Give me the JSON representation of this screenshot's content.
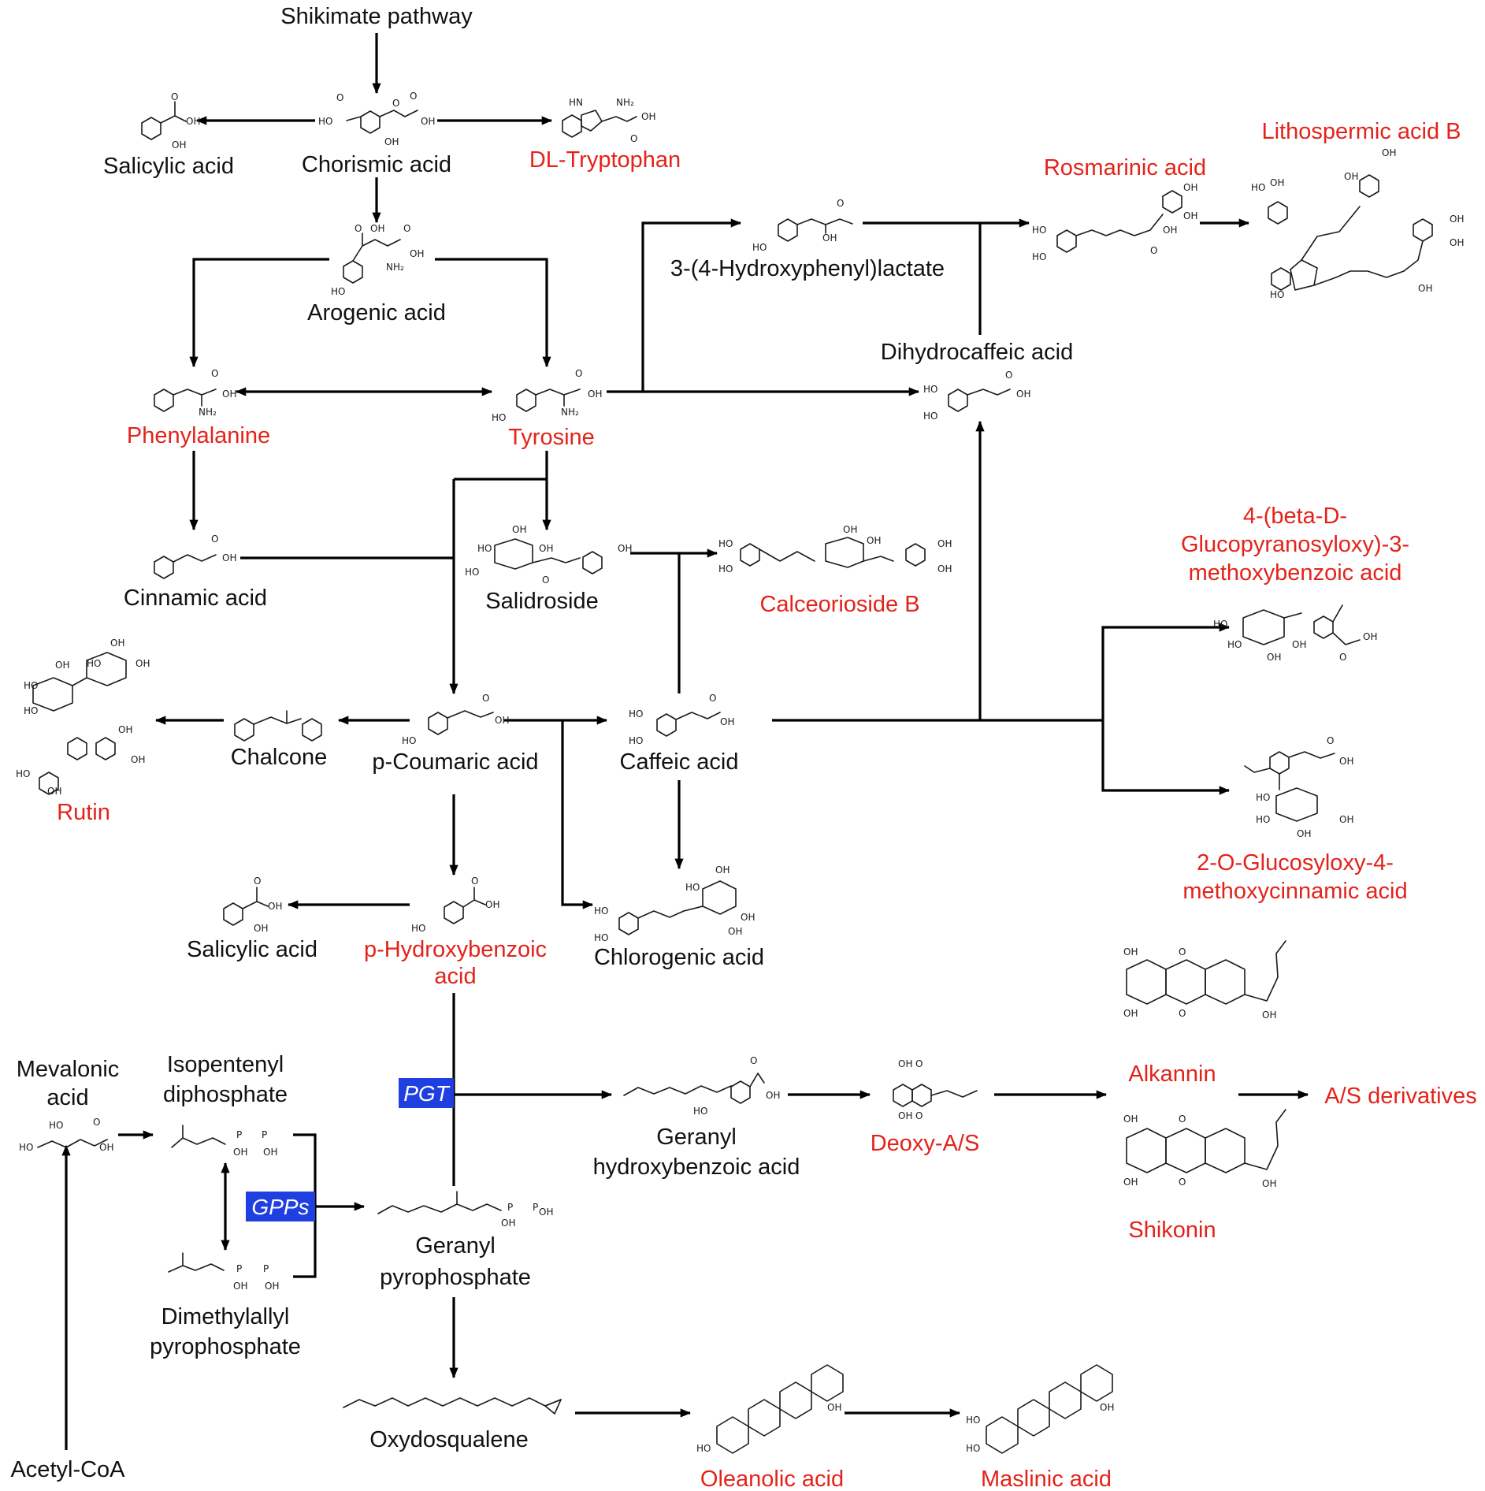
{
  "compounds": {
    "shikimate": "Shikimate pathway",
    "salicylic_top": "Salicylic acid",
    "chorismic": "Chorismic acid",
    "tryptophan": "DL-Tryptophan",
    "arogenic": "Arogenic acid",
    "phenylalanine": "Phenylalanine",
    "tyrosine": "Tyrosine",
    "hpl": "3-(4-Hydroxyphenyl)lactate",
    "rosmarinic": "Rosmarinic acid",
    "lithospermic": "Lithospermic acid B",
    "dihydrocaffeic": "Dihydrocaffeic acid",
    "cinnamic": "Cinnamic acid",
    "salidroside": "Salidroside",
    "calceorioside": "Calceorioside B",
    "glucopyranosyloxy_1": "4-(beta-D-",
    "glucopyranosyloxy_2": "Glucopyranosyloxy)-3-",
    "glucopyranosyloxy_3": "methoxybenzoic acid",
    "rutin": "Rutin",
    "chalcone": "Chalcone",
    "p_coumaric": "p-Coumaric acid",
    "caffeic": "Caffeic acid",
    "glucosyloxy_1": "2-O-Glucosyloxy-4-",
    "glucosyloxy_2": "methoxycinnamic acid",
    "salicylic_mid": "Salicylic acid",
    "p_hydroxybenzoic_1": "p-Hydroxybenzoic",
    "p_hydroxybenzoic_2": "acid",
    "chlorogenic": "Chlorogenic acid",
    "mevalonic_1": "Mevalonic",
    "mevalonic_2": "acid",
    "ipp_1": "Isopentenyl",
    "ipp_2": "diphosphate",
    "dmapp_1": "Dimethylallyl",
    "dmapp_2": "pyrophosphate",
    "gpp_1": "Geranyl",
    "gpp_2": "pyrophosphate",
    "ghb_1": "Geranyl",
    "ghb_2": "hydroxybenzoic acid",
    "deoxy": "Deoxy-A/S",
    "alkannin": "Alkannin",
    "shikonin": "Shikonin",
    "as_derivatives": "A/S derivatives",
    "oxydosqualene": "Oxydosqualene",
    "oleanolic": "Oleanolic acid",
    "maslinic": "Maslinic acid",
    "acetyl_coa": "Acetyl-CoA"
  },
  "enzymes": {
    "pgt": "PGT",
    "gpps": "GPPs"
  },
  "atoms": {
    "oh": "OH",
    "ho": "HO",
    "o": "O",
    "nh2": "NH₂",
    "hn": "HN",
    "p": "P"
  },
  "colors": {
    "highlight_red": "#e3231b",
    "label_black": "#111111",
    "enzyme_blue": "#1f3fe0",
    "line_black": "#000000"
  }
}
